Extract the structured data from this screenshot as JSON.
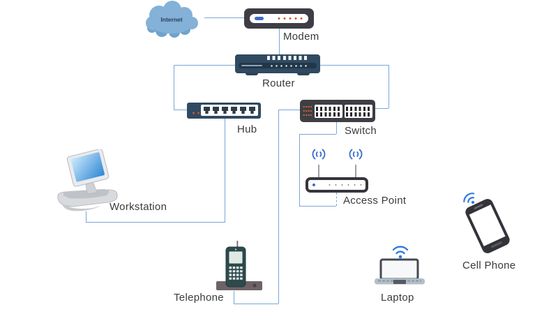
{
  "diagram": {
    "type": "network-diagram",
    "background": "#ffffff",
    "connector_color": "#7ba6d8",
    "label_color": "#3a3a3a",
    "nodes": [
      {
        "id": "internet",
        "label": "Internet"
      },
      {
        "id": "modem",
        "label": "Modem"
      },
      {
        "id": "router",
        "label": "Router"
      },
      {
        "id": "hub",
        "label": "Hub"
      },
      {
        "id": "switch",
        "label": "Switch"
      },
      {
        "id": "access-point",
        "label": "Access Point"
      },
      {
        "id": "workstation",
        "label": "Workstation"
      },
      {
        "id": "telephone",
        "label": "Telephone"
      },
      {
        "id": "laptop",
        "label": "Laptop"
      },
      {
        "id": "cell-phone",
        "label": "Cell Phone"
      }
    ],
    "connections": [
      {
        "from": "internet",
        "to": "modem",
        "style": "solid"
      },
      {
        "from": "modem",
        "to": "router",
        "style": "solid"
      },
      {
        "from": "router",
        "to": "hub",
        "style": "solid"
      },
      {
        "from": "router",
        "to": "switch",
        "style": "solid"
      },
      {
        "from": "hub",
        "to": "workstation",
        "style": "solid"
      },
      {
        "from": "switch",
        "to": "access-point",
        "style": "solid-with-dashed-tail"
      },
      {
        "from": "switch",
        "to": "telephone",
        "style": "solid"
      }
    ],
    "wireless_nodes": [
      "access-point",
      "laptop",
      "cell-phone"
    ],
    "colors": {
      "cloud_fill": "#82b1d6",
      "device_navy": "#304a61",
      "device_charcoal": "#3d3e45",
      "led_orange": "#d2552e",
      "accent_blue": "#3a6cc8",
      "wifi_blue": "#2f7be0"
    }
  }
}
